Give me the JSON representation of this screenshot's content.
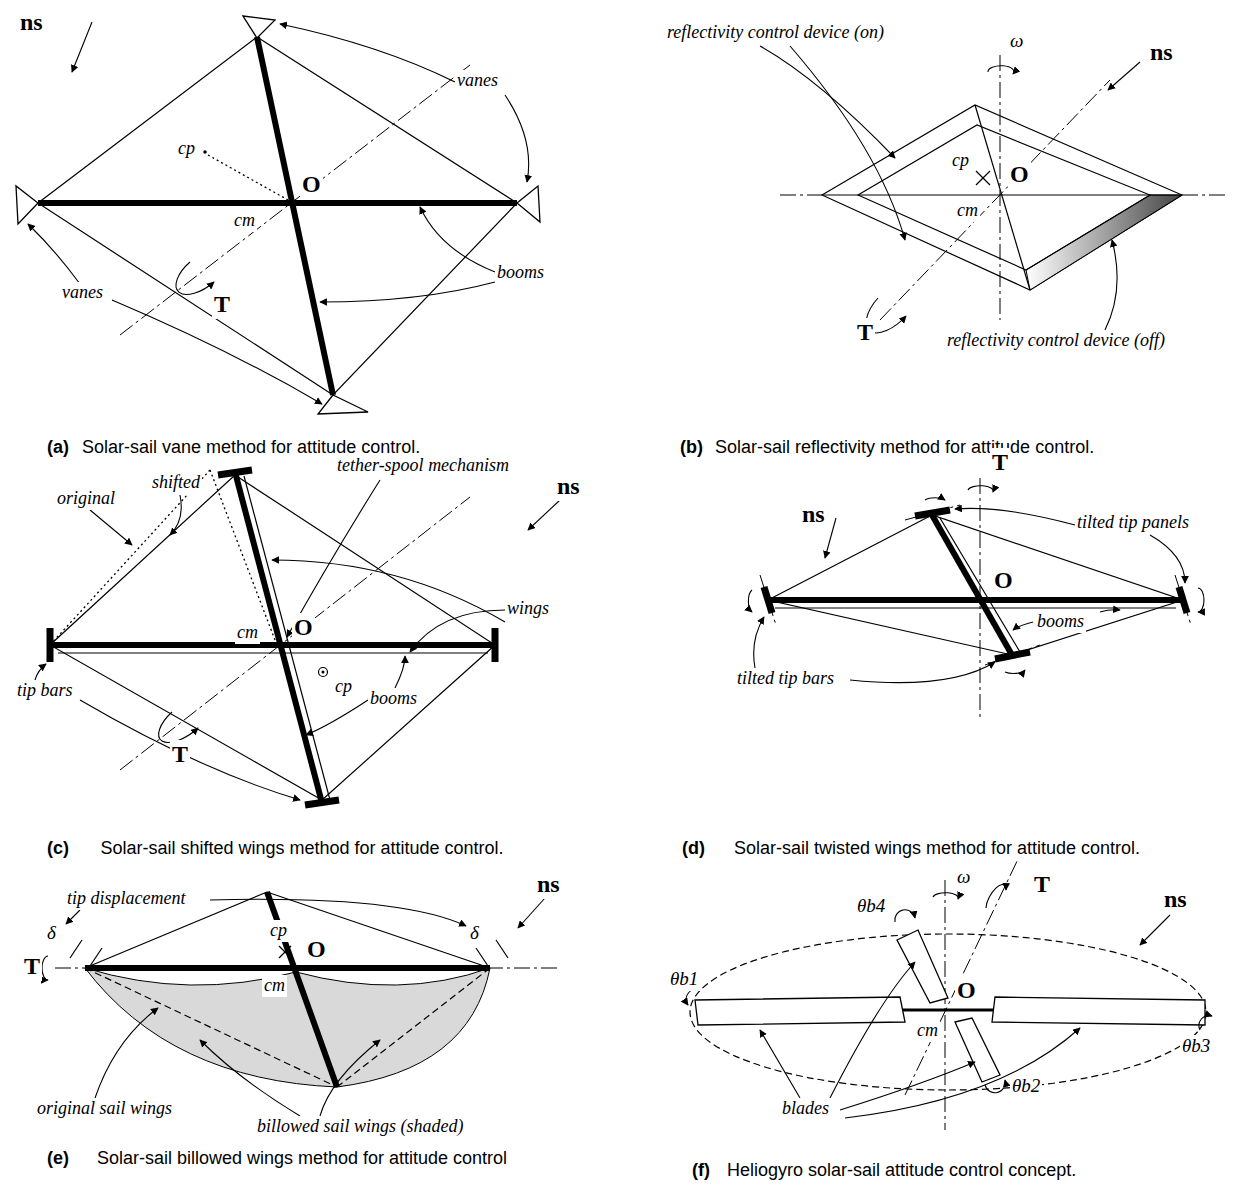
{
  "diagram": {
    "labels": [
      "ns",
      "vanes",
      "cp",
      "O",
      "cm",
      "T",
      "vanes",
      "booms",
      "(a)",
      "Solar-sail vane method for attitude control.",
      "ω",
      "reflectivity control device (on)",
      "ns",
      "cp",
      "O",
      "cm",
      "T",
      "reflectivity control device (off)",
      "(b)",
      "Solar-sail reflectivity method for attitude control.",
      "original",
      "shifted",
      "tether-spool mechanism",
      "ns",
      "cm",
      "O",
      "wings",
      "cp",
      "tip bars",
      "booms",
      "T",
      "(c)",
      "Solar-sail shifted wings method for attitude control.",
      "ns",
      "T",
      "tilted tip panels",
      "O",
      "booms",
      "tilted tip bars",
      "(d)",
      "Solar-sail twisted wings method for attitude control.",
      "ns",
      "tip displacement",
      "δ",
      "δ",
      "T",
      "cp",
      "O",
      "cm",
      "original sail wings",
      "billowed sail wings (shaded)",
      "(e)",
      "Solar-sail billowed wings method for attitude control",
      "ω",
      "T",
      "ns",
      "θb4",
      "θb1",
      "O",
      "cm",
      "θb3",
      "blades",
      "θb2",
      "(f)",
      "Heliogyro solar-sail attitude control concept."
    ]
  }
}
